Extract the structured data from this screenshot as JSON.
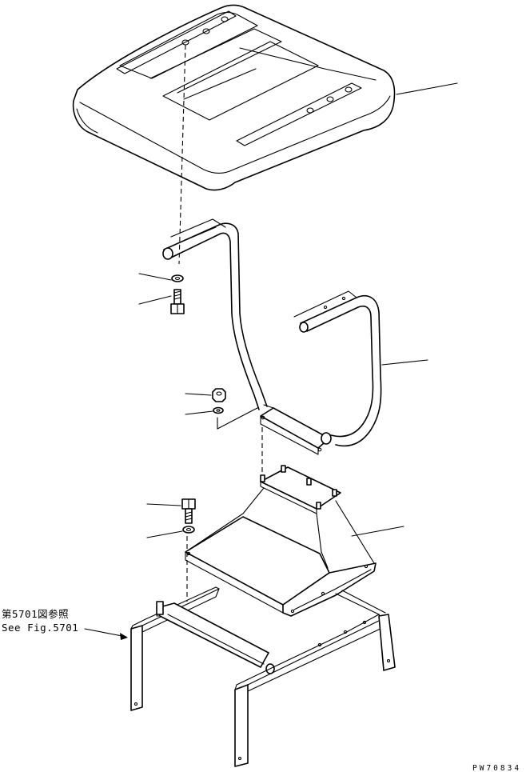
{
  "reference_note": {
    "line1": "第5701図参照",
    "line2": "See Fig.5701"
  },
  "drawing_code": "PW70834"
}
